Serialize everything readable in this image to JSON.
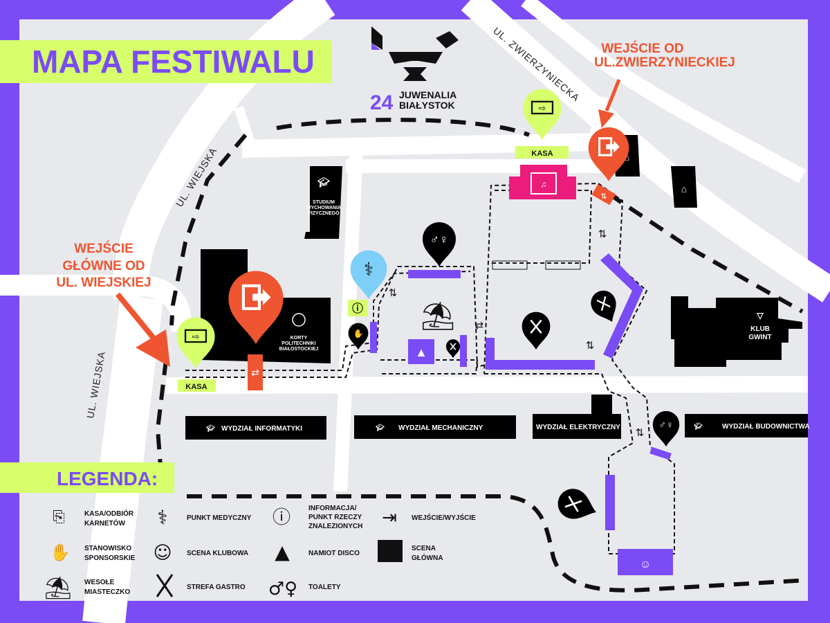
{
  "title": "MAPA FESTIWALU",
  "logo": {
    "number": "24",
    "line1": "JUWENALIA",
    "line2": "BIAŁYSTOK"
  },
  "streets": {
    "wiejska_upper": "UL. WIEJSKA",
    "wiejska_lower": "UL. WIEJSKA",
    "zwierzyniecka": "UL. ZWIERZYNIECKA"
  },
  "entrances": {
    "main": [
      "WEJŚCIE",
      "GŁÓWNE OD",
      "UL. WIEJSKIEJ"
    ],
    "secondary": [
      "WEJŚCIE OD",
      "UL.ZWIERZYNIECKIEJ"
    ]
  },
  "kasa": {
    "top": "KASA",
    "left": "KASA"
  },
  "buildings": {
    "studium": [
      "STUDIUM",
      "WYCHOWANIA",
      "FIZYCZNEGO"
    ],
    "korty": [
      "KORTY",
      "POLITECHNIKI",
      "BIAŁOSTOCKIEJ"
    ],
    "klub": [
      "KLUB",
      "GWINT"
    ],
    "informatyka": "WYDZIAŁ INFORMATYKI",
    "mechaniczny": "WYDZIAŁ MECHANICZNY",
    "elektryczny": "WYDZIAŁ ELEKTRYCZNY",
    "budownictwa": "WYDZIAŁ BUDOWNICTWA"
  },
  "legend": {
    "title": "LEGENDA:",
    "items": [
      {
        "icon": "ticket-icon",
        "lines": [
          "KASA/ODBIÓR",
          "KARNETÓW"
        ]
      },
      {
        "icon": "medical-icon",
        "lines": [
          "PUNKT MEDYCZNY"
        ]
      },
      {
        "icon": "info-icon",
        "lines": [
          "INFORMACJA/",
          "PUNKT RZECZY",
          "ZNALEZIONYCH"
        ]
      },
      {
        "icon": "exit-icon",
        "lines": [
          "WEJŚCIE/WYJŚCIE"
        ]
      },
      {
        "icon": "handshake-icon",
        "lines": [
          "STANOWISKO",
          "SPONSORSKIE"
        ]
      },
      {
        "icon": "dj-icon",
        "lines": [
          "SCENA KLUBOWA"
        ]
      },
      {
        "icon": "disco-tent-icon",
        "lines": [
          "NAMIOT DISCO"
        ]
      },
      {
        "icon": "main-stage-icon",
        "lines": [
          "SCENA",
          "GŁÓWNA"
        ]
      },
      {
        "icon": "carousel-icon",
        "lines": [
          "WESOŁE",
          "MIASTECZKO"
        ]
      },
      {
        "icon": "cutlery-icon",
        "lines": [
          "STREFA GASTRO"
        ]
      },
      {
        "icon": "toilet-icon",
        "lines": [
          "TOALETY"
        ]
      }
    ]
  },
  "colors": {
    "frame": "#7b4bf5",
    "lime": "#d6ff6b",
    "orange": "#ee5530",
    "pink": "#ec1c7c",
    "blue": "#7dcff8",
    "ground": "#e8e9ec"
  }
}
